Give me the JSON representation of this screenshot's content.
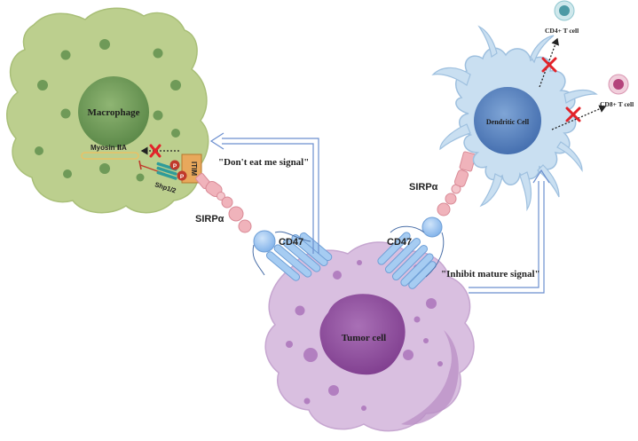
{
  "labels": {
    "macrophage": "Macrophage",
    "myosin": "Myosin ⅡA",
    "shp": "Shp1/2",
    "itim": "ITIM",
    "p1": "P",
    "p2": "P",
    "dont_eat": "\"Don't eat me signal\"",
    "sirpa_left": "SIRPα",
    "cd47_left": "CD47",
    "cd47_right": "CD47",
    "sirpa_right": "SIRPα",
    "dendritic": "Dendritic Cell",
    "cd4": "CD4+ T cell",
    "cd8": "CD8+ T cell",
    "inhibit": "\"Inhibit mature signal\"",
    "tumor": "Tumor cell"
  },
  "colors": {
    "macrophage_body": "#bccf8e",
    "macrophage_nucleus": "#6f9a58",
    "tumor_body": "#d9bfe0",
    "tumor_nucleus": "#9b57a9",
    "dendritic_body": "#c9dff1",
    "dendritic_nucleus": "#5b86c0",
    "receptor_pink": "#f0b3bb",
    "cd47_blue": "#a6ccf2",
    "arrow_blue": "#6c8fcf",
    "block_red": "#e2232a"
  }
}
